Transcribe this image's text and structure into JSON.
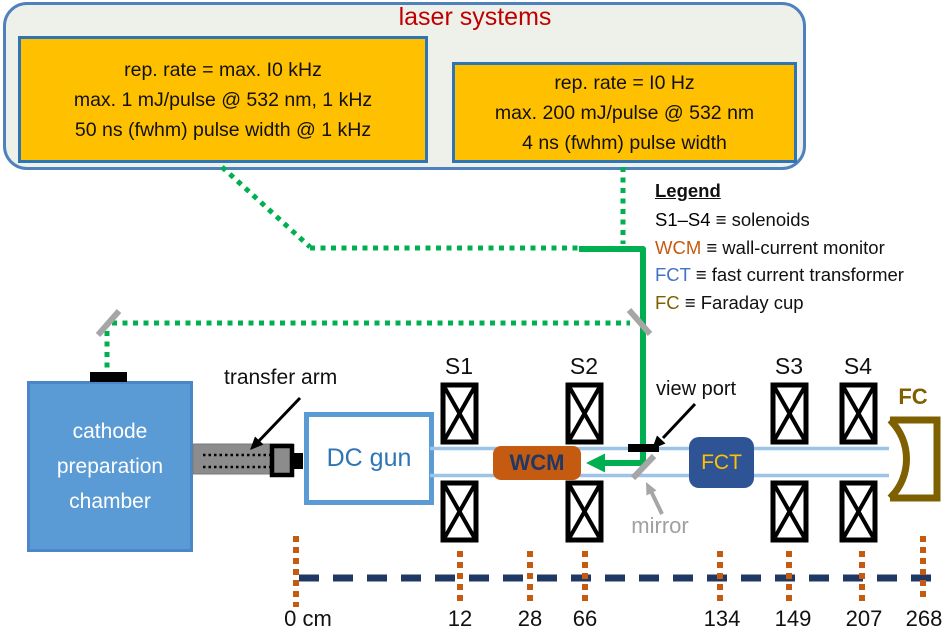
{
  "title": "laser systems",
  "laser_specs": {
    "left_box": {
      "line1": "rep. rate = max. I0 kHz",
      "line2": "max. 1 mJ/pulse @ 532 nm, 1 kHz",
      "line3": "50 ns (fwhm) pulse width @ 1 kHz"
    },
    "right_box": {
      "line1": "rep. rate = I0 Hz",
      "line2": "max. 200 mJ/pulse @ 532 nm",
      "line3": "4 ns (fwhm) pulse width"
    }
  },
  "legend": {
    "title": "Legend",
    "items": [
      {
        "term": "S1–S4",
        "definition": " ≡ solenoids",
        "color": "#000000"
      },
      {
        "term": "WCM",
        "definition": " ≡ wall-current monitor",
        "color": "#c55a11"
      },
      {
        "term": "FCT",
        "definition": " ≡ fast current transformer",
        "color": "#4472c4"
      },
      {
        "term": "FC",
        "definition": " ≡ Faraday cup",
        "color": "#7f6000"
      }
    ]
  },
  "components": {
    "cathode_chamber": {
      "line1": "cathode",
      "line2": "preparation",
      "line3": "chamber"
    },
    "transfer_arm_label": "transfer arm",
    "dc_gun_label": "DC gun",
    "wcm_label": "WCM",
    "fct_label": "FCT",
    "fc_label": "FC",
    "view_port_label": "view port",
    "mirror_label": "mirror",
    "solenoid_labels": {
      "s1": "S1",
      "s2": "S2",
      "s3": "S3",
      "s4": "S4"
    }
  },
  "ruler": {
    "unit": "cm",
    "tick_labels": [
      "0 cm",
      "12",
      "28",
      "66",
      "134",
      "149",
      "207",
      "268"
    ]
  },
  "colors": {
    "container_fill": "#eef1ea",
    "container_border": "#4f81bd",
    "spec_box_fill": "#ffc000",
    "spec_box_border": "#2e75b6",
    "title_red": "#c00000",
    "laser_green": "#00b050",
    "chamber_blue": "#5b9bd5",
    "gun_text_blue": "#2e75b6",
    "beam_pipe_blue": "#9dc3e6",
    "wcm_orange": "#c55a11",
    "wcm_text_navy": "#1f3864",
    "fct_blue": "#2f5496",
    "fct_text_gold": "#ffc000",
    "fc_olive": "#7f6000",
    "mirror_gray": "#a6a6a6",
    "arm_gray": "#8c8c8c",
    "axis_navy": "#1f3864",
    "tick_orange": "#c55a11"
  }
}
